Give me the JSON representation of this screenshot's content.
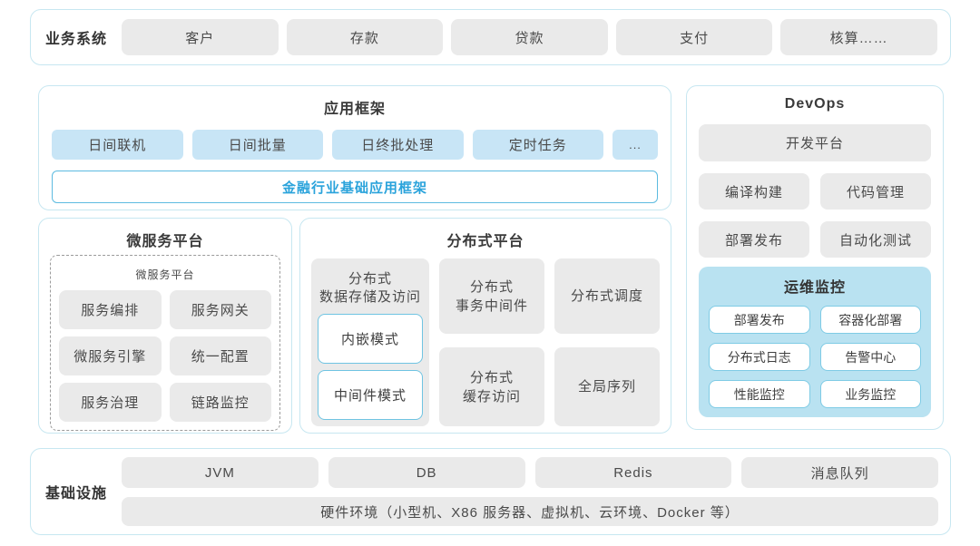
{
  "colors": {
    "section_border": "#c7e7f1",
    "blue_pill": "#c8e5f6",
    "gray_pill": "#eaeaea",
    "monitor_bg": "#b9e2f1",
    "accent_blue": "#2aa3db",
    "light_blue_border": "#6fc4e2"
  },
  "business_systems": {
    "label": "业务系统",
    "items": [
      "客户",
      "存款",
      "贷款",
      "支付",
      "核算……"
    ]
  },
  "app_framework": {
    "title": "应用框架",
    "items": [
      "日间联机",
      "日间批量",
      "日终批处理",
      "定时任务",
      "..."
    ],
    "base_label": "金融行业基础应用框架"
  },
  "devops": {
    "title": "DevOps",
    "platform_label": "开发平台",
    "items": [
      "编译构建",
      "代码管理",
      "部署发布",
      "自动化测试"
    ],
    "monitoring": {
      "title": "运维监控",
      "items": [
        "部署发布",
        "容器化部署",
        "分布式日志",
        "告警中心",
        "性能监控",
        "业务监控"
      ]
    }
  },
  "microservice_platform": {
    "title": "微服务平台",
    "inner_title": "微服务平台",
    "items": [
      "服务编排",
      "服务网关",
      "微服务引擎",
      "统一配置",
      "服务治理",
      "链路监控"
    ]
  },
  "distributed_platform": {
    "title": "分布式平台",
    "storage": {
      "label": "分布式\n数据存储及访问",
      "modes": [
        "内嵌模式",
        "中间件模式"
      ]
    },
    "cells": [
      "分布式\n事务中间件",
      "分布式调度",
      "分布式\n缓存访问",
      "全局序列"
    ]
  },
  "infrastructure": {
    "label": "基础设施",
    "items": [
      "JVM",
      "DB",
      "Redis",
      "消息队列"
    ],
    "hardware_label": "硬件环境（小型机、X86 服务器、虚拟机、云环境、Docker 等）"
  }
}
